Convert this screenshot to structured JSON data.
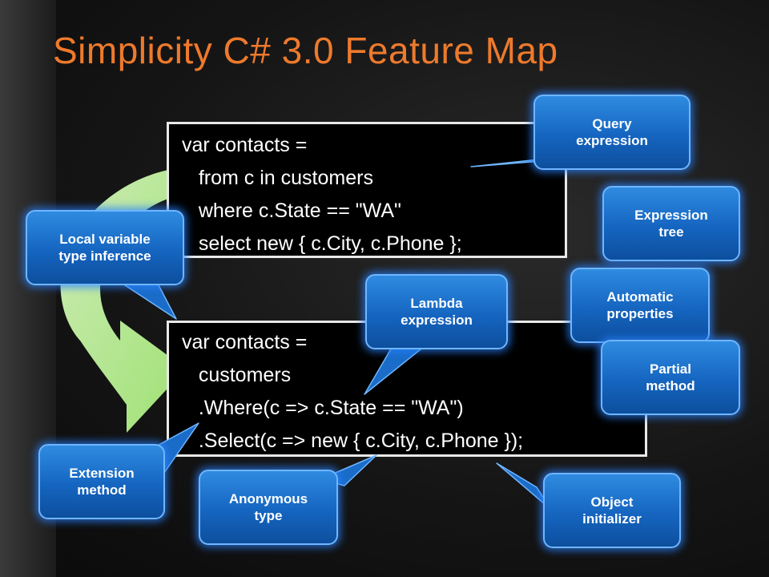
{
  "slide": {
    "title": "Simplicity C# 3.0 Feature Map"
  },
  "code_query": {
    "lines": [
      "var contacts =",
      "   from c in customers",
      "   where c.State == \"WA\"",
      "   select new { c.City, c.Phone };"
    ]
  },
  "code_method": {
    "lines": [
      "var contacts =",
      "   customers",
      "   .Where(c => c.State == \"WA\")",
      "   .Select(c => new { c.City, c.Phone });"
    ]
  },
  "callouts": {
    "query_expression": "Query\nexpression",
    "expression_tree": "Expression\ntree",
    "local_variable": "Local variable\ntype inference",
    "lambda_expression": "Lambda\nexpression",
    "automatic_properties": "Automatic\nproperties",
    "partial_method": "Partial\nmethod",
    "extension_method": "Extension\nmethod",
    "anonymous_type": "Anonymous\ntype",
    "object_initializer": "Object\ninitializer"
  },
  "colors": {
    "title": "#ee7a2c",
    "bubble": "#1565c0",
    "arrow": "#b8f08a"
  }
}
